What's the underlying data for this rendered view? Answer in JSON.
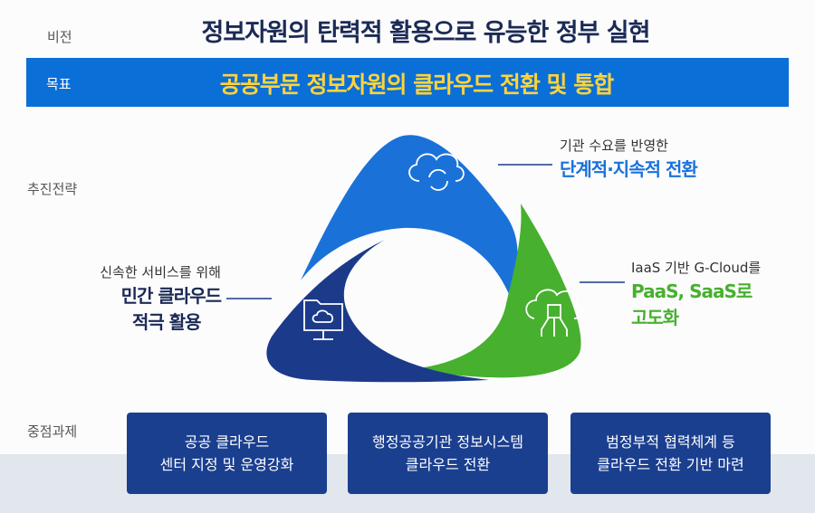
{
  "vision": {
    "label": "비전",
    "text": "정보자원의 탄력적 활용으로 유능한 정부 실현"
  },
  "goal": {
    "label": "목표",
    "text": "공공부문 정보자원의 클라우드 전환 및 통합"
  },
  "strategy": {
    "label": "추진전략",
    "items": [
      {
        "sub": "기관 수요를 반영한",
        "main": "단계적·지속적 전환",
        "icon": "cloud-sync-icon",
        "color": "#1a72d9"
      },
      {
        "sub": "IaaS 기반 G-Cloud를",
        "main": "PaaS, SaaS로",
        "main2": "고도화",
        "icon": "cloud-chip-icon",
        "color": "#47b02e"
      },
      {
        "sub": "신속한 서비스를 위해",
        "main": "민간 클라우드",
        "main2": "적극 활용",
        "icon": "folder-cloud-icon",
        "color": "#1b3a8a"
      }
    ]
  },
  "tasks": {
    "label": "중점과제",
    "items": [
      {
        "line1": "공공 클라우드",
        "line2": "센터 지정 및 운영강화"
      },
      {
        "line1": "행정공공기관 정보시스템",
        "line2": "클라우드 전환"
      },
      {
        "line1": "범정부적 협력체계 등",
        "line2": "클라우드 전환 기반 마련"
      }
    ]
  }
}
